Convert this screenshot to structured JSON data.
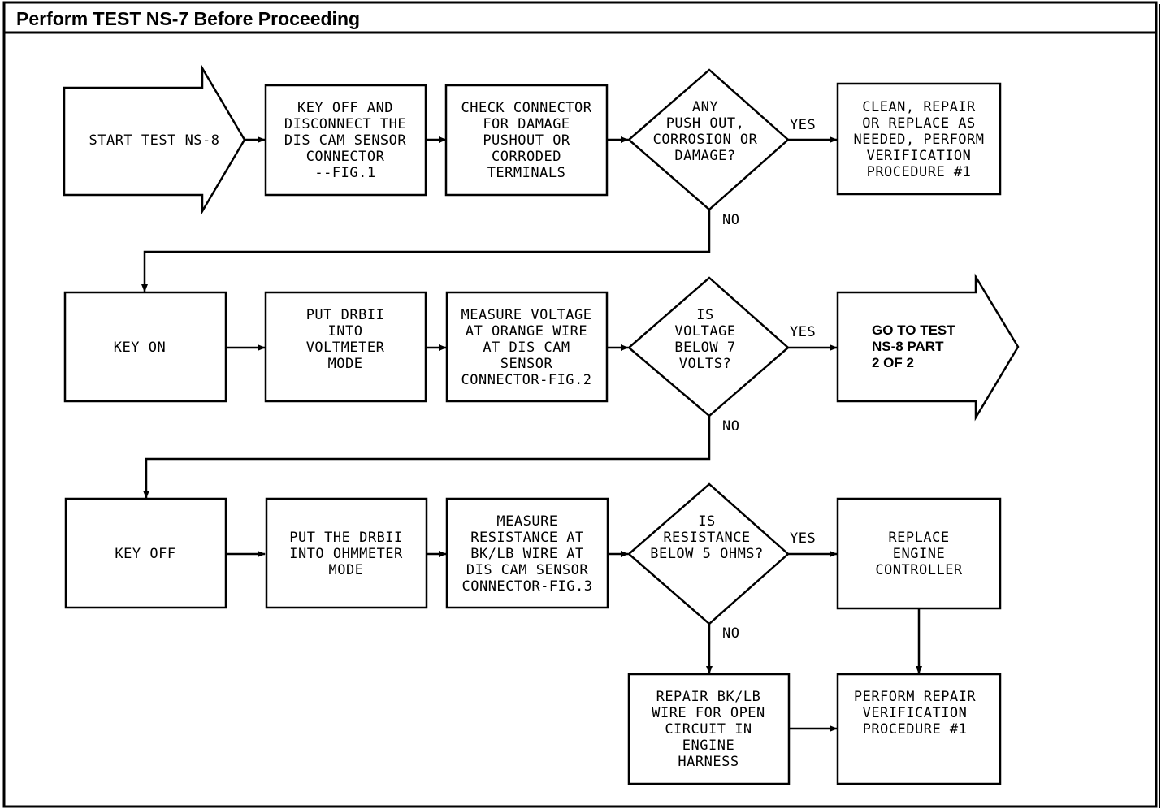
{
  "title": "Perform TEST NS-7 Before Proceeding",
  "nodes": {
    "start": [
      "START TEST NS-8"
    ],
    "key_off_disconnect": [
      "KEY OFF AND",
      "DISCONNECT THE",
      "DIS CAM SENSOR",
      "CONNECTOR",
      "--FIG.1"
    ],
    "check_connector": [
      "CHECK CONNECTOR",
      "FOR DAMAGE",
      "PUSHOUT OR",
      "CORRODED",
      "TERMINALS"
    ],
    "decision_damage": [
      "ANY",
      "PUSH OUT,",
      "CORROSION OR",
      "DAMAGE?"
    ],
    "clean_repair": [
      "CLEAN, REPAIR",
      "OR REPLACE AS",
      "NEEDED, PERFORM",
      "VERIFICATION",
      "PROCEDURE #1"
    ],
    "key_on": [
      "KEY ON"
    ],
    "voltmeter_mode": [
      "PUT DRBII",
      "INTO",
      "VOLTMETER",
      "MODE"
    ],
    "measure_voltage": [
      "MEASURE VOLTAGE",
      "AT ORANGE WIRE",
      "AT DIS CAM",
      "SENSOR",
      "CONNECTOR-FIG.2"
    ],
    "decision_voltage": [
      "IS",
      "VOLTAGE",
      "BELOW 7",
      "VOLTS?"
    ],
    "go_to_test": [
      "GO TO TEST",
      "NS-8 PART",
      "2 OF 2"
    ],
    "key_off": [
      "KEY OFF"
    ],
    "ohmmeter_mode": [
      "PUT THE DRBII",
      "INTO OHMMETER",
      "MODE"
    ],
    "measure_resistance": [
      "MEASURE",
      "RESISTANCE AT",
      "BK/LB WIRE AT",
      "DIS CAM SENSOR",
      "CONNECTOR-FIG.3"
    ],
    "decision_resistance": [
      "IS",
      "RESISTANCE",
      "BELOW 5 OHMS?"
    ],
    "replace_controller": [
      "REPLACE",
      "ENGINE",
      "CONTROLLER"
    ],
    "repair_wire": [
      "REPAIR BK/LB",
      "WIRE FOR OPEN",
      "CIRCUIT IN",
      "ENGINE",
      "HARNESS"
    ],
    "perform_verification": [
      "PERFORM REPAIR",
      "VERIFICATION",
      "PROCEDURE #1"
    ]
  },
  "labels": {
    "yes": "YES",
    "no": "NO"
  }
}
